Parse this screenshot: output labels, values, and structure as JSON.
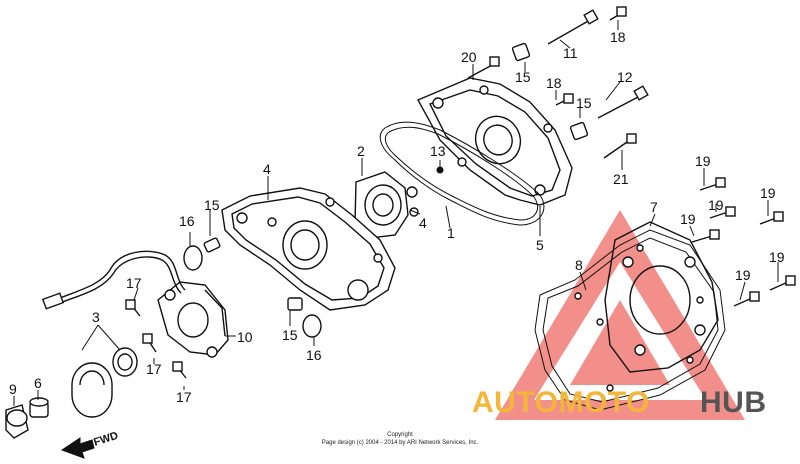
{
  "labels": {
    "p1": "1",
    "p2": "2",
    "p3": "3",
    "p4a": "4",
    "p4b": "4",
    "p5": "5",
    "p6": "6",
    "p7": "7",
    "p8": "8",
    "p9": "9",
    "p10": "10",
    "p11": "11",
    "p12": "12",
    "p13": "13",
    "p15a": "15",
    "p15b": "15",
    "p15c": "15",
    "p15d": "15",
    "p16a": "16",
    "p16b": "16",
    "p17a": "17",
    "p17b": "17",
    "p17c": "17",
    "p18a": "18",
    "p18b": "18",
    "p19a": "19",
    "p19b": "19",
    "p19c": "19",
    "p19d": "19",
    "p19e": "19",
    "p19f": "19",
    "p20": "20",
    "p21": "21"
  },
  "fwd_label": "FWD",
  "copyright": {
    "line1": "Copyright",
    "line2": "Page design (c) 2004 - 2014 by ARI Network Services, Inc."
  },
  "watermark": {
    "word1": "AUTOMOTO",
    "word2": "HUB",
    "colors": {
      "triangle": "#e8342c",
      "word1": "#f3b63a",
      "word2": "#555555"
    }
  }
}
